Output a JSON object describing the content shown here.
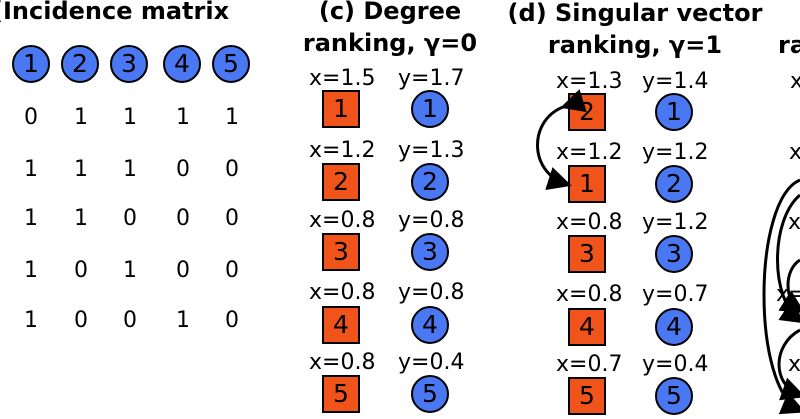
{
  "colors": {
    "node_circle": "#4a78f2",
    "node_square": "#f0541a",
    "stroke": "#000000"
  },
  "panel_b": {
    "title": "Incidence matrix",
    "nodes": [
      "1",
      "2",
      "3",
      "4",
      "5"
    ],
    "matrix": [
      [
        "0",
        "1",
        "1",
        "1",
        "1"
      ],
      [
        "1",
        "1",
        "1",
        "0",
        "0"
      ],
      [
        "1",
        "1",
        "0",
        "0",
        "0"
      ],
      [
        "1",
        "0",
        "1",
        "0",
        "0"
      ],
      [
        "1",
        "0",
        "0",
        "1",
        "0"
      ]
    ]
  },
  "panel_c": {
    "title_line1": "(c) Degree",
    "title_line2": "ranking, γ=0",
    "rows": [
      {
        "x": "x=1.5",
        "y": "y=1.7",
        "sq": "1",
        "circ": "1"
      },
      {
        "x": "x=1.2",
        "y": "y=1.3",
        "sq": "2",
        "circ": "2"
      },
      {
        "x": "x=0.8",
        "y": "y=0.8",
        "sq": "3",
        "circ": "3"
      },
      {
        "x": "x=0.8",
        "y": "y=0.8",
        "sq": "4",
        "circ": "4"
      },
      {
        "x": "x=0.8",
        "y": "y=0.4",
        "sq": "5",
        "circ": "5"
      }
    ]
  },
  "panel_d": {
    "title_line1": "(d) Singular vector",
    "title_line2": "ranking, γ=1",
    "rows": [
      {
        "x": "x=1.3",
        "y": "y=1.4",
        "sq": "2",
        "circ": "1"
      },
      {
        "x": "x=1.2",
        "y": "y=1.2",
        "sq": "1",
        "circ": "2"
      },
      {
        "x": "x=0.8",
        "y": "y=1.2",
        "sq": "3",
        "circ": "3"
      },
      {
        "x": "x=0.8",
        "y": "y=0.7",
        "sq": "4",
        "circ": "4"
      },
      {
        "x": "x=0.7",
        "y": "y=0.4",
        "sq": "5",
        "circ": "5"
      }
    ]
  },
  "panel_e": {
    "title_fragment": "ra",
    "x_fragments": [
      "x",
      "x",
      "x",
      "x=",
      "x"
    ]
  }
}
